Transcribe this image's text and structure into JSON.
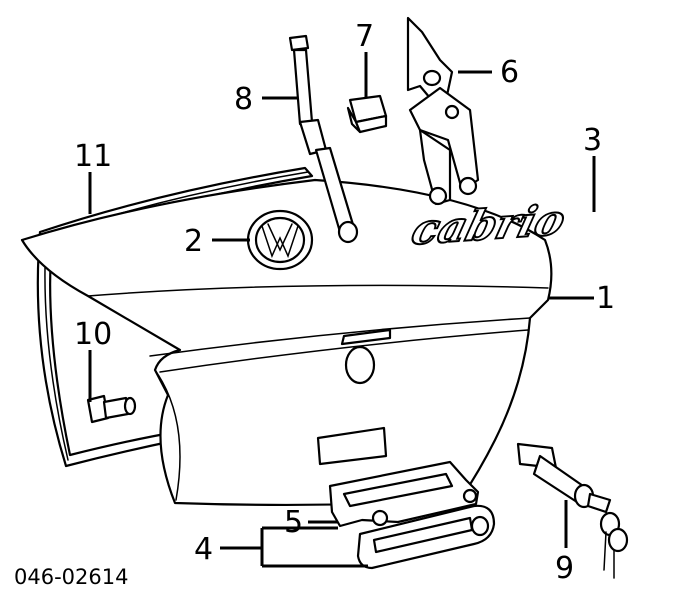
{
  "callouts": {
    "c1": "1",
    "c2": "2",
    "c3": "3",
    "c4": "4",
    "c5": "5",
    "c6": "6",
    "c7": "7",
    "c8": "8",
    "c9": "9",
    "c10": "10",
    "c11": "11"
  },
  "badge_text": "cabrio",
  "diagram_code": "046-02614"
}
